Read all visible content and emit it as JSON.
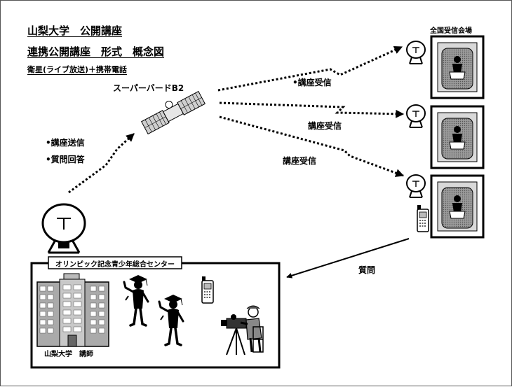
{
  "header": {
    "title": "山梨大学　公開講座",
    "subtitle": "連携公開講座　形式　概念図",
    "method": "衛星(ライブ放送)＋携帯電話"
  },
  "satellite": {
    "name": "スーパーバードB2"
  },
  "uplink": {
    "items": [
      "•講座送信",
      "•質問回答"
    ]
  },
  "links": [
    {
      "label": "•講座受信"
    },
    {
      "label": "講座受信"
    },
    {
      "label": "講座受信"
    }
  ],
  "receivers": {
    "title": "全国受信会場",
    "count": 3
  },
  "question": {
    "label": "質問"
  },
  "center": {
    "name": "オリンピック記念青少年総合センター",
    "lecturer": "山梨大学　講師"
  }
}
